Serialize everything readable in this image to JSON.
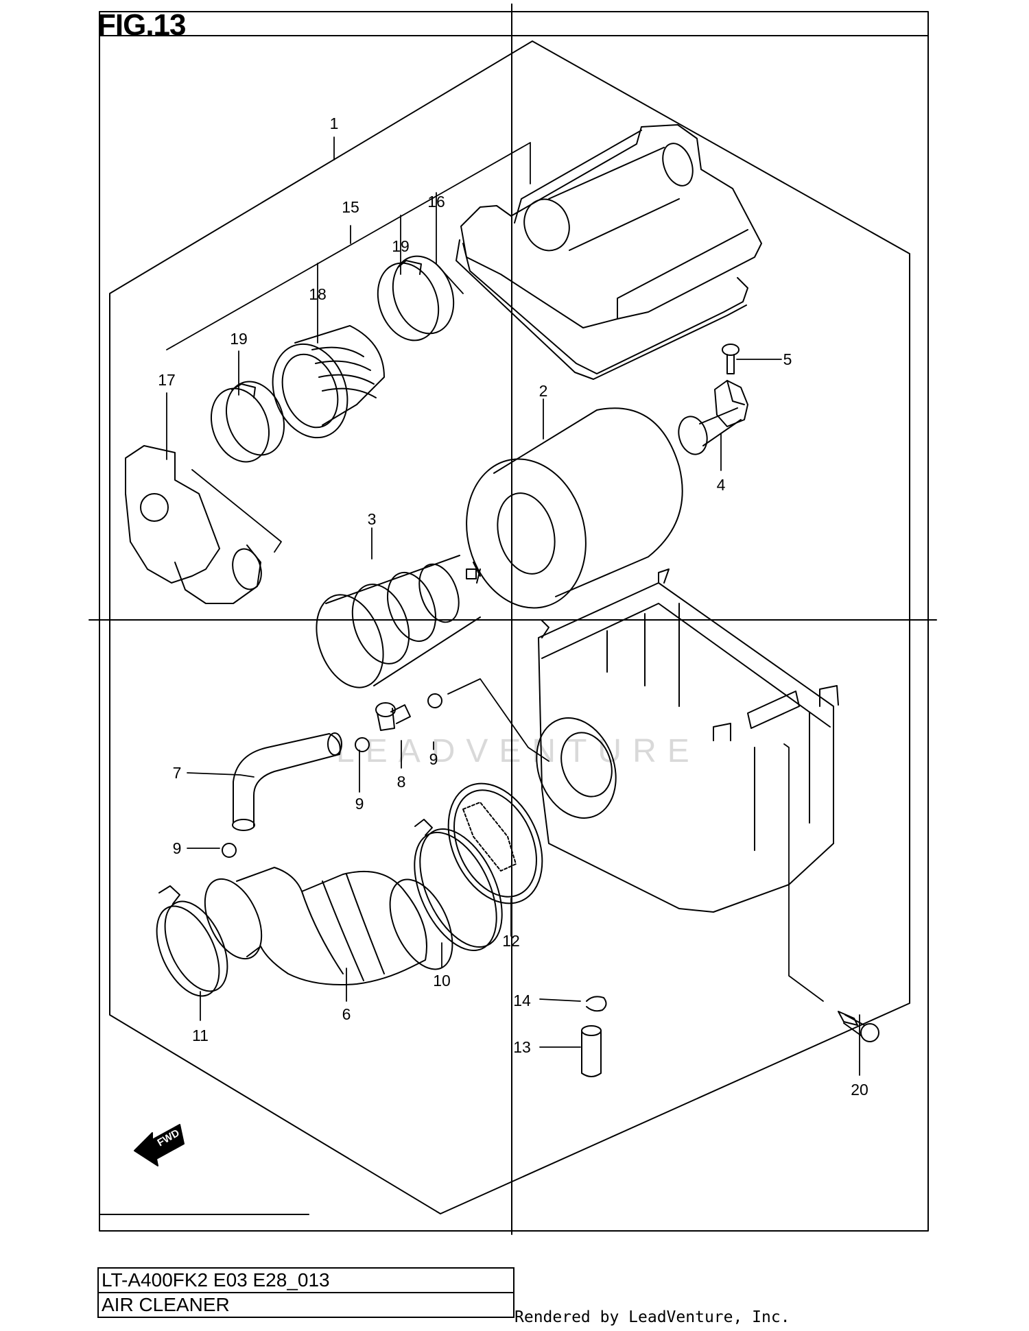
{
  "figure": {
    "title": "FIG.13"
  },
  "watermark": "LEADVENTURE",
  "fwd_label": "FWD",
  "callouts": [
    {
      "id": "callout-1",
      "text": "1"
    },
    {
      "id": "callout-2",
      "text": "2"
    },
    {
      "id": "callout-3",
      "text": "3"
    },
    {
      "id": "callout-4",
      "text": "4"
    },
    {
      "id": "callout-5",
      "text": "5"
    },
    {
      "id": "callout-6",
      "text": "6"
    },
    {
      "id": "callout-7",
      "text": "7"
    },
    {
      "id": "callout-8",
      "text": "8"
    },
    {
      "id": "callout-9a",
      "text": "9"
    },
    {
      "id": "callout-9b",
      "text": "9"
    },
    {
      "id": "callout-9c",
      "text": "9"
    },
    {
      "id": "callout-10",
      "text": "10"
    },
    {
      "id": "callout-11",
      "text": "11"
    },
    {
      "id": "callout-12",
      "text": "12"
    },
    {
      "id": "callout-13",
      "text": "13"
    },
    {
      "id": "callout-14",
      "text": "14"
    },
    {
      "id": "callout-15",
      "text": "15"
    },
    {
      "id": "callout-16",
      "text": "16"
    },
    {
      "id": "callout-17",
      "text": "17"
    },
    {
      "id": "callout-18",
      "text": "18"
    },
    {
      "id": "callout-19a",
      "text": "19"
    },
    {
      "id": "callout-19b",
      "text": "19"
    },
    {
      "id": "callout-20",
      "text": "20"
    }
  ],
  "title_block": {
    "model_code": "LT-A400FK2 E03 E28_013",
    "section_name": "AIR CLEANER"
  },
  "credit": "Rendered by LeadVenture, Inc."
}
